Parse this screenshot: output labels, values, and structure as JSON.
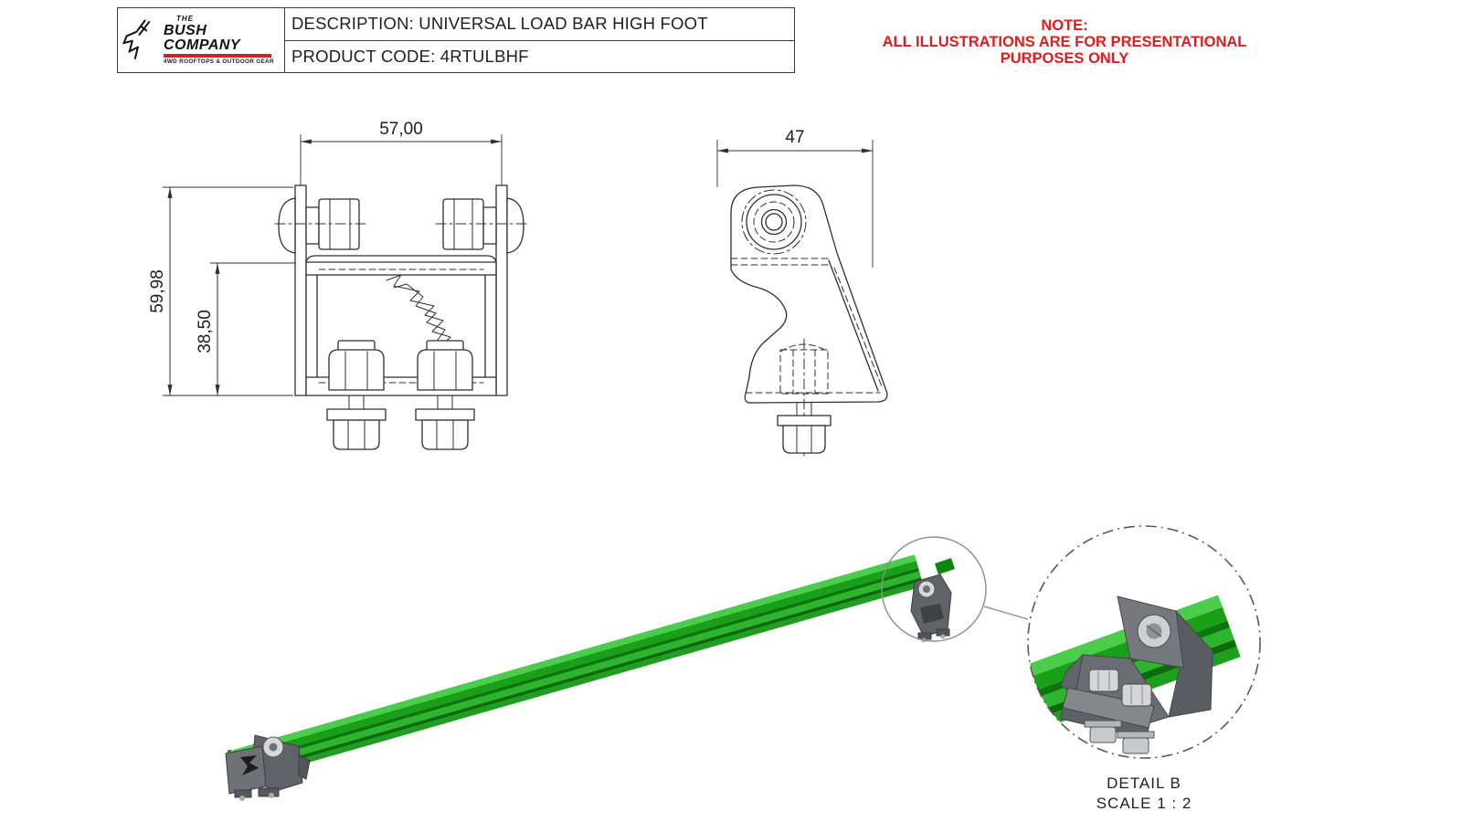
{
  "title_block": {
    "logo": {
      "the": "THE",
      "name": "BUSH COMPANY",
      "tagline": "4WD ROOFTOPS & OUTDOOR GEAR"
    },
    "description": "DESCRIPTION: UNIVERSAL LOAD BAR HIGH FOOT",
    "product_code": "PRODUCT CODE: 4RTULBHF"
  },
  "note": {
    "line1": "NOTE:",
    "line2": "ALL ILLUSTRATIONS ARE FOR PRESENTATIONAL PURPOSES ONLY"
  },
  "front_view": {
    "dim_width": "57,00",
    "dim_height_outer": "59,98",
    "dim_height_inner": "38,50"
  },
  "side_view": {
    "dim_width": "47"
  },
  "detail_view": {
    "label": "DETAIL B",
    "scale": "SCALE 1 : 2"
  },
  "colors": {
    "note_red": "#e11c1c",
    "logo_red": "#c4262b",
    "bar_green": "#1ea41e",
    "line": "#2f2f2f"
  }
}
